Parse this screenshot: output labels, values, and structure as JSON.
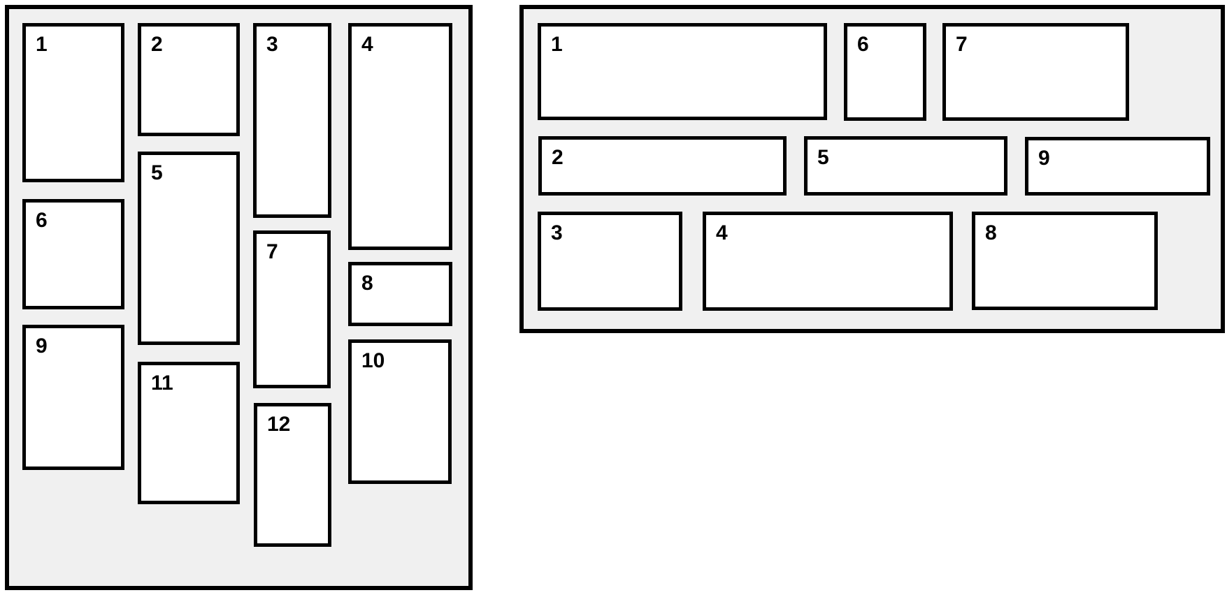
{
  "colors": {
    "page_bg": "#ffffff",
    "panel_bg": "#f0f0f0",
    "box_bg": "#ffffff",
    "border": "#000000",
    "label_text": "#000000"
  },
  "left_panel": {
    "name": "vertical-masonry",
    "items": [
      "1",
      "2",
      "3",
      "4",
      "5",
      "6",
      "7",
      "8",
      "9",
      "10",
      "11",
      "12"
    ]
  },
  "right_panel": {
    "name": "horizontal-masonry",
    "items": [
      "1",
      "2",
      "3",
      "4",
      "5",
      "6",
      "7",
      "8",
      "9"
    ]
  }
}
